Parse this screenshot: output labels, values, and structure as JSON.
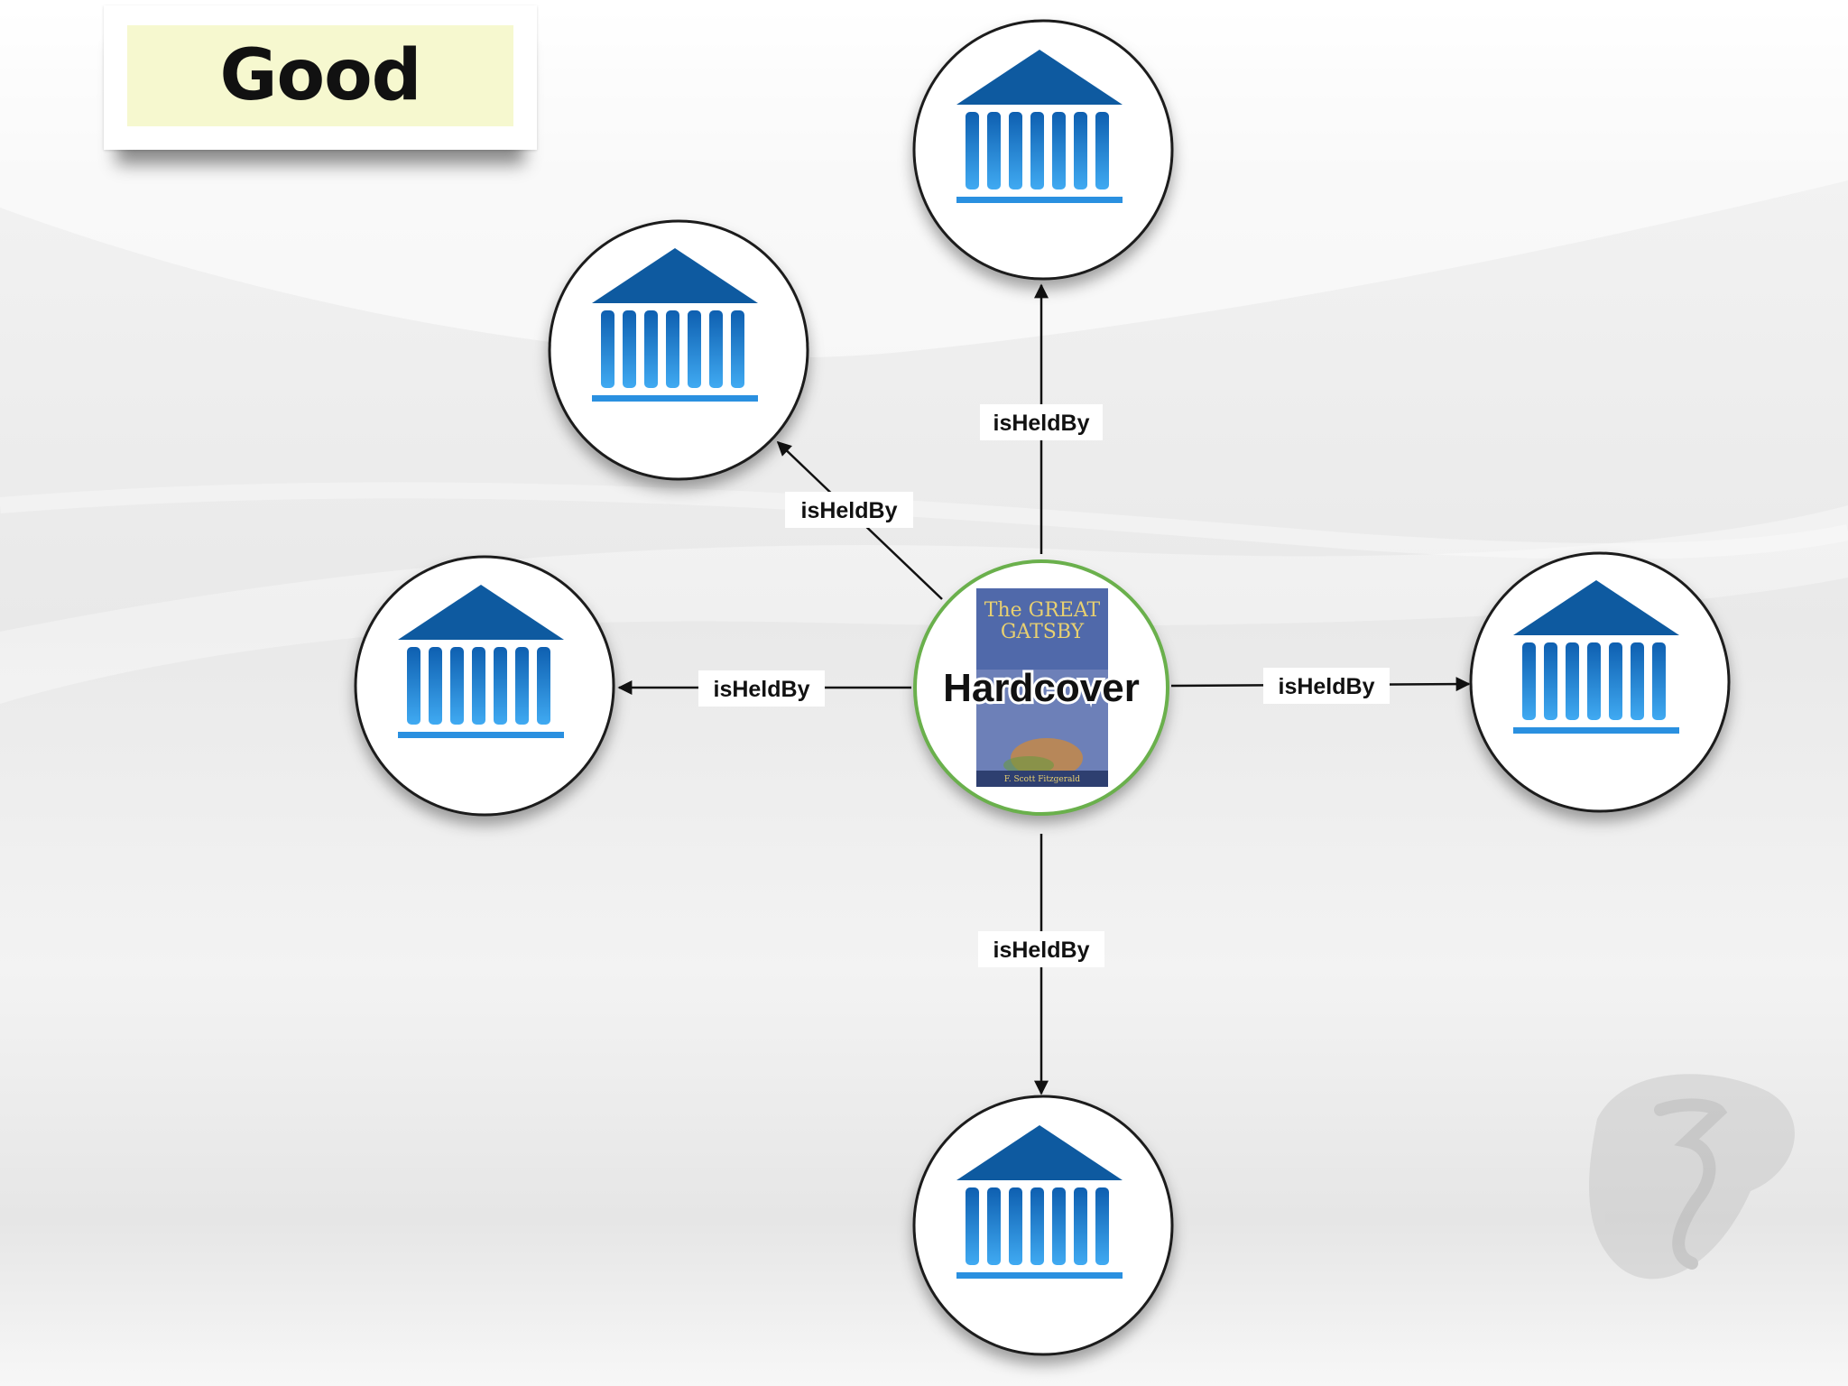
{
  "slide": {
    "title": "Good"
  },
  "center_node": {
    "label": "Hardcover",
    "cover_title_line1": "The GREAT",
    "cover_title_line2": "GATSBY",
    "cover_author": "F. Scott Fitzgerald"
  },
  "edges": [
    {
      "label": "isHeldBy",
      "target": "institution-north"
    },
    {
      "label": "isHeldBy",
      "target": "institution-northwest"
    },
    {
      "label": "isHeldBy",
      "target": "institution-west"
    },
    {
      "label": "isHeldBy",
      "target": "institution-east"
    },
    {
      "label": "isHeldBy",
      "target": "institution-south"
    }
  ],
  "nodes": [
    {
      "name": "institution-north",
      "icon": "museum-building-icon"
    },
    {
      "name": "institution-northwest",
      "icon": "museum-building-icon"
    },
    {
      "name": "institution-west",
      "icon": "museum-building-icon"
    },
    {
      "name": "institution-east",
      "icon": "museum-building-icon"
    },
    {
      "name": "institution-south",
      "icon": "museum-building-icon"
    }
  ],
  "colors": {
    "roof": "#0e5aa0",
    "column_top": "#1166b8",
    "column_bottom": "#3aa0ee",
    "base": "#2a90e0",
    "center_ring": "#6ab04c",
    "cover_bg": "#5d72b0"
  },
  "watermark_icon": "swirl-logo-watermark"
}
